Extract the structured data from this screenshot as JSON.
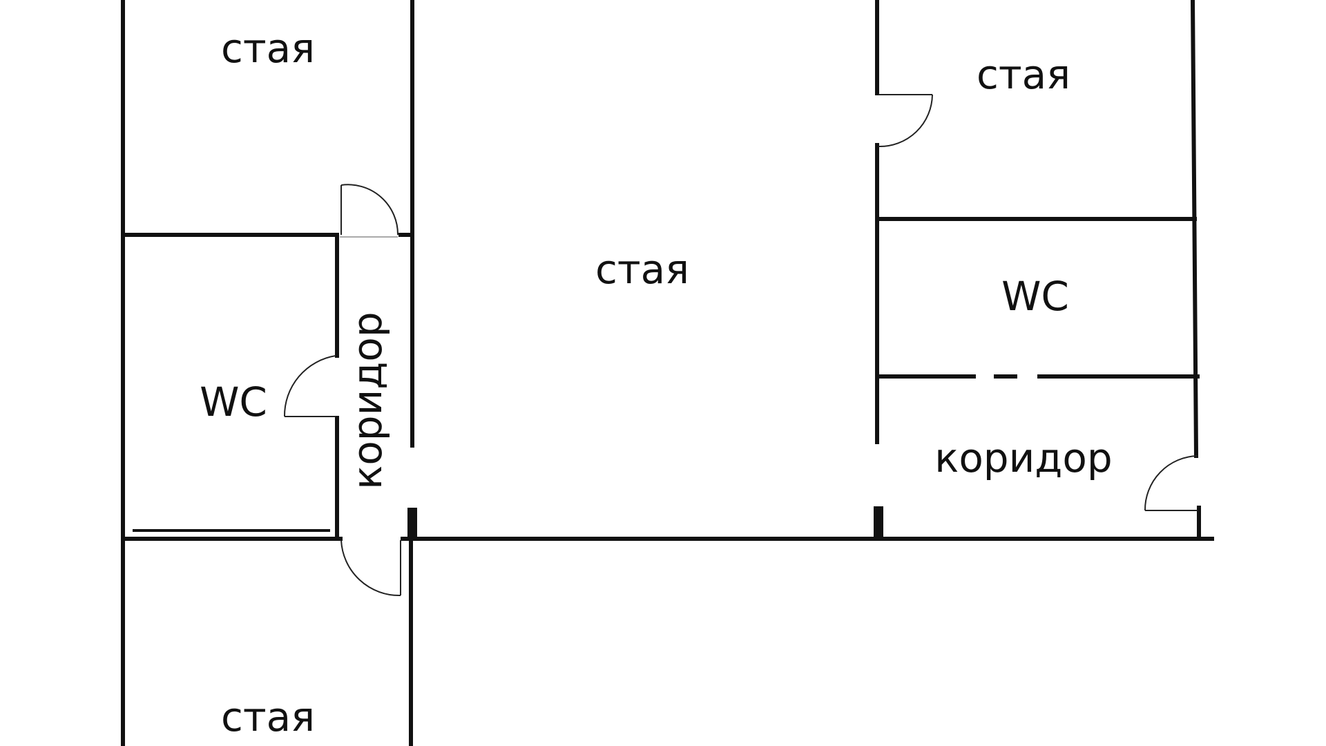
{
  "rooms": {
    "room_top_left": "стая",
    "room_center": "стая",
    "room_top_right": "стая",
    "room_bottom_left": "стая",
    "wc_left": "WC",
    "wc_right": "WC",
    "corridor_left": "коридор",
    "corridor_right": "коридор"
  },
  "colors": {
    "background": "#ffffff",
    "wall": "#111111"
  }
}
